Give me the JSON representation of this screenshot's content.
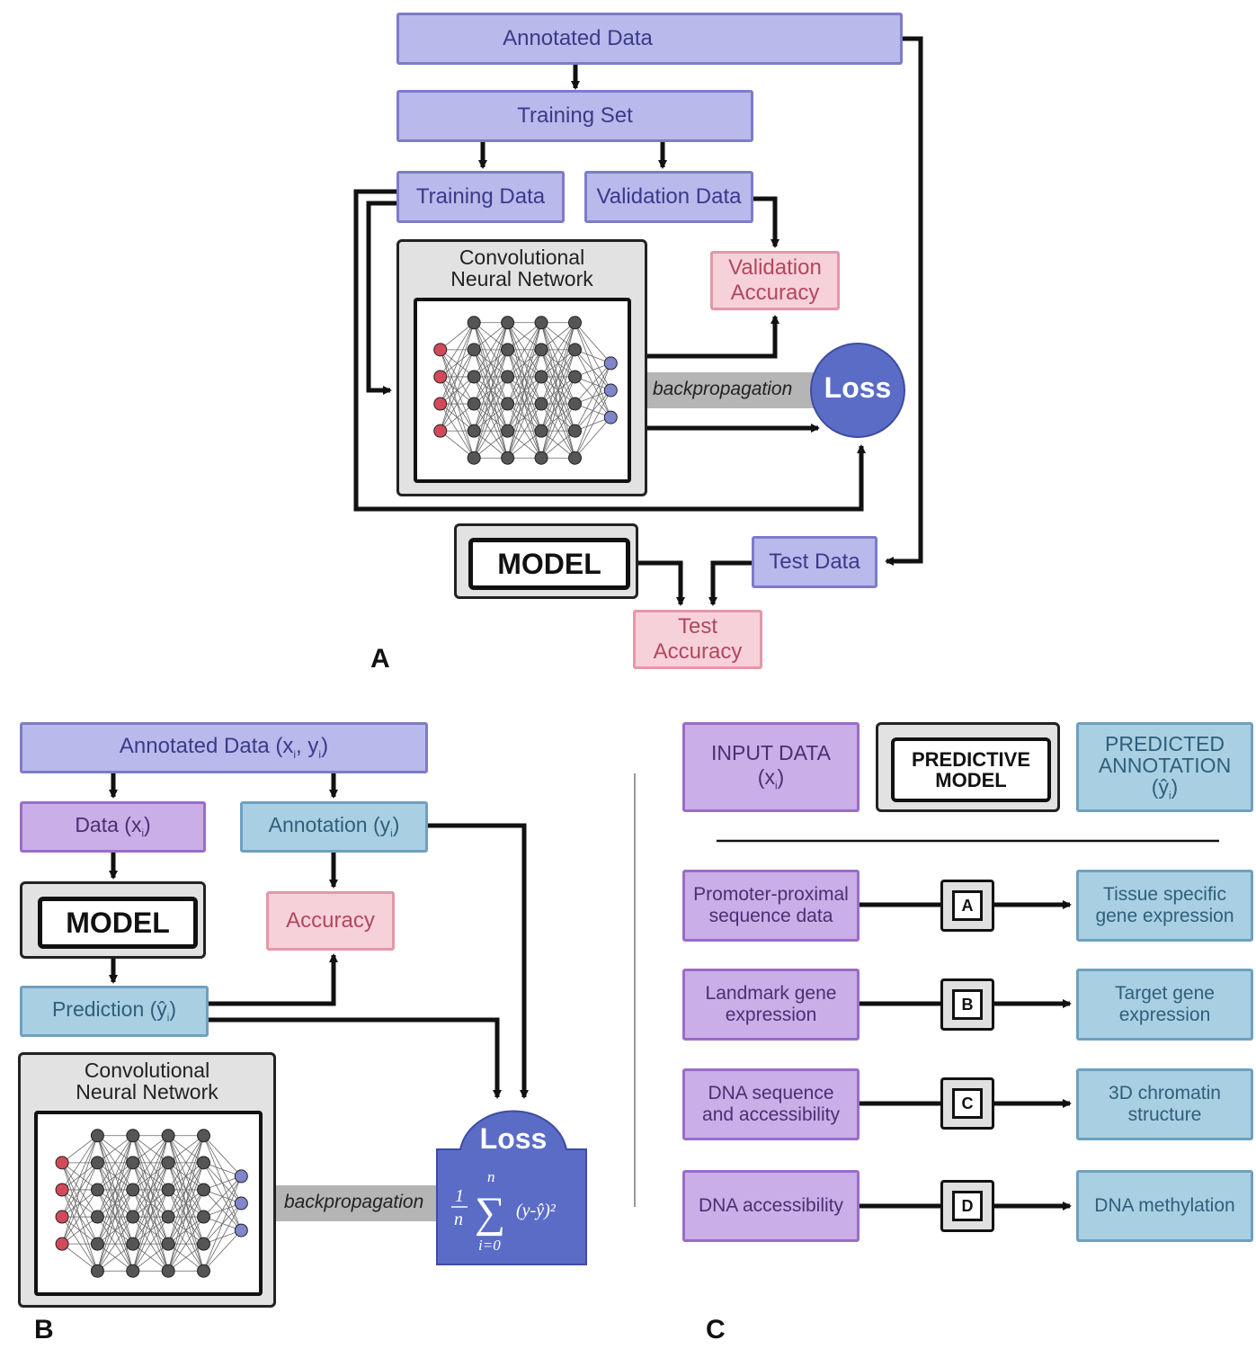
{
  "panel_a": {
    "letter": "A",
    "annotated_data": "Annotated Data",
    "training_set": "Training Set",
    "training_data": "Training Data",
    "validation_data": "Validation Data",
    "cnn_title_line1": "Convolutional",
    "cnn_title_line2": "Neural Network",
    "validation_accuracy_line1": "Validation",
    "validation_accuracy_line2": "Accuracy",
    "backpropagation": "backpropagation",
    "loss": "Loss",
    "model": "MODEL",
    "test_data": "Test Data",
    "test_accuracy_line1": "Test",
    "test_accuracy_line2": "Accuracy"
  },
  "panel_b": {
    "letter": "B",
    "annotated_data": "Annotated Data (x",
    "annotated_data_sub_i": "i",
    "annotated_data_mid": ", y",
    "annotated_data_end": ")",
    "data_label": "Data (x",
    "data_end": ")",
    "annotation_label": "Annotation (y",
    "annotation_end": ")",
    "model": "MODEL",
    "accuracy": "Accuracy",
    "prediction_label": "Prediction  (ŷ",
    "prediction_end": ")",
    "cnn_title_line1": "Convolutional",
    "cnn_title_line2": "Neural Network",
    "backpropagation": "backpropagation",
    "loss": "Loss",
    "formula_n_top": "n",
    "formula_frac_num": "1",
    "formula_frac_den": "n",
    "formula_sigma": "∑",
    "formula_term": "(y-ŷ)²",
    "formula_index": "i=0"
  },
  "panel_c": {
    "letter": "C",
    "input_data_line1": "INPUT DATA",
    "input_data_line2": "(x",
    "input_data_end": ")",
    "predictive_model_line1": "PREDICTIVE",
    "predictive_model_line2": "MODEL",
    "predicted_line1": "PREDICTED",
    "predicted_line2": "ANNOTATION",
    "predicted_line3": "(ŷ",
    "predicted_end": ")",
    "rows": [
      {
        "input_l1": "Promoter-proximal",
        "input_l2": "sequence data",
        "tag": "A",
        "output_l1": "Tissue specific",
        "output_l2": "gene expression"
      },
      {
        "input_l1": "Landmark gene",
        "input_l2": "expression",
        "tag": "B",
        "output_l1": "Target gene",
        "output_l2": "expression"
      },
      {
        "input_l1": "DNA sequence",
        "input_l2": "and accessibility",
        "tag": "C",
        "output_l1": "3D chromatin",
        "output_l2": "structure"
      },
      {
        "input_l1": "DNA accessibility",
        "input_l2": "",
        "tag": "D",
        "output_l1": "DNA methylation",
        "output_l2": ""
      }
    ]
  },
  "sub_i": "i",
  "colors": {
    "blue_box": "#b9b9eb",
    "violet_box": "#c9aee8",
    "teal_box": "#a9cfe3",
    "pink_box": "#f7d1da",
    "loss_blue": "#5b6cc7",
    "red_node": "#d24a5a",
    "blue_node": "#7f86cc",
    "gray_node": "#555555"
  }
}
